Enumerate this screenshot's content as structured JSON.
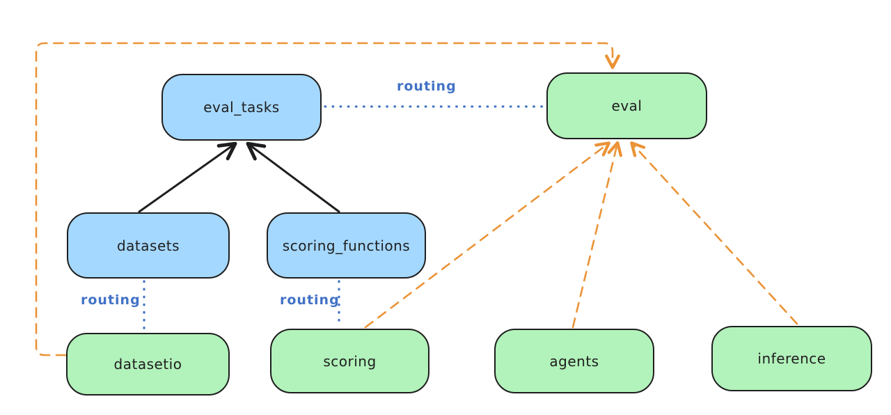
{
  "diagram": {
    "type": "architecture-diagram",
    "style": "hand-drawn",
    "nodes": [
      {
        "id": "eval_tasks",
        "label": "eval_tasks",
        "kind": "registry",
        "fill": "#a5d8ff"
      },
      {
        "id": "eval",
        "label": "eval",
        "kind": "api",
        "fill": "#b2f2bb"
      },
      {
        "id": "datasets",
        "label": "datasets",
        "kind": "registry",
        "fill": "#a5d8ff"
      },
      {
        "id": "scoring_functions",
        "label": "scoring_functions",
        "kind": "registry",
        "fill": "#a5d8ff"
      },
      {
        "id": "datasetio",
        "label": "datasetio",
        "kind": "api",
        "fill": "#b2f2bb"
      },
      {
        "id": "scoring",
        "label": "scoring",
        "kind": "api",
        "fill": "#b2f2bb"
      },
      {
        "id": "agents",
        "label": "agents",
        "kind": "api",
        "fill": "#b2f2bb"
      },
      {
        "id": "inference",
        "label": "inference",
        "kind": "api",
        "fill": "#b2f2bb"
      }
    ],
    "edges": [
      {
        "from": "datasets",
        "to": "eval_tasks",
        "style": "solid-arrow",
        "label": ""
      },
      {
        "from": "scoring_functions",
        "to": "eval_tasks",
        "style": "solid-arrow",
        "label": ""
      },
      {
        "from": "eval_tasks",
        "to": "eval",
        "style": "dotted",
        "label": "routing"
      },
      {
        "from": "datasets",
        "to": "datasetio",
        "style": "dotted",
        "label": "routing"
      },
      {
        "from": "scoring_functions",
        "to": "scoring",
        "style": "dotted",
        "label": "routing"
      },
      {
        "from": "datasetio",
        "to": "eval",
        "style": "dashed-arrow",
        "label": ""
      },
      {
        "from": "scoring",
        "to": "eval",
        "style": "dashed-arrow",
        "label": ""
      },
      {
        "from": "agents",
        "to": "eval",
        "style": "dashed-arrow",
        "label": ""
      },
      {
        "from": "inference",
        "to": "eval",
        "style": "dashed-arrow",
        "label": ""
      }
    ],
    "colors": {
      "node_blue_fill": "#a5d8ff",
      "node_green_fill": "#b2f2bb",
      "node_border": "#1e1e1e",
      "black_edge": "#1e1e1e",
      "orange_edge": "#eb9336",
      "blue_edge": "#4272c6",
      "routing_label": "#4272c6",
      "background": "#ffffff"
    }
  }
}
